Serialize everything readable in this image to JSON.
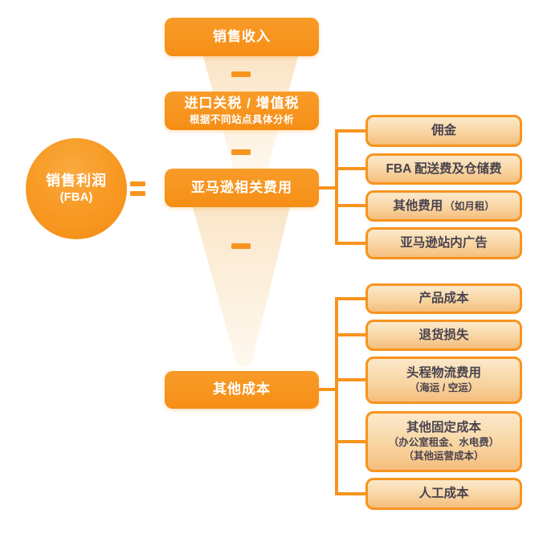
{
  "colors": {
    "primary_orange": "#F7941E",
    "sub_box_fill_top": "#FBE9CB",
    "sub_box_fill_bottom": "#F5BE7C",
    "sub_box_text": "#49434F",
    "funnel_cream": "#FBE9D2",
    "node_text": "#FFFFFF"
  },
  "result_node": {
    "title": "销售利润",
    "subtitle": "(FBA)"
  },
  "operators": {
    "equals": "=",
    "minus": "−"
  },
  "main_flow": [
    {
      "label": "销售收入"
    },
    {
      "label": "进口关税 / 增值税",
      "note": "根据不同站点具体分析"
    },
    {
      "label": "亚马逊相关费用"
    },
    {
      "label": "其他成本"
    }
  ],
  "amazon_fee_items": [
    {
      "label": "佣金"
    },
    {
      "label": "FBA 配送费及仓储费"
    },
    {
      "label": "其他费用",
      "note": "（如月租）"
    },
    {
      "label": "亚马逊站内广告"
    }
  ],
  "other_cost_items": [
    {
      "label": "产品成本"
    },
    {
      "label": "退货损失"
    },
    {
      "label": "头程物流费用",
      "note": "（海运 / 空运）"
    },
    {
      "label": "其他固定成本",
      "note": "（办公室租金、水电费）",
      "note2": "（其他运营成本）"
    },
    {
      "label": "人工成本"
    }
  ]
}
